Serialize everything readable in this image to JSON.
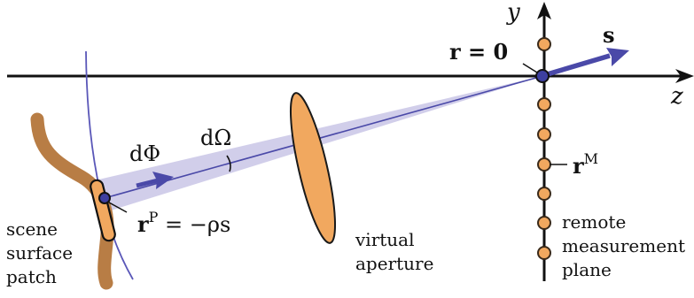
{
  "axes": {
    "y_label": "y",
    "z_label": "z"
  },
  "labels": {
    "r0": "r = 0",
    "s": "s",
    "dOmega": "dΩ",
    "dPhi": "dΦ",
    "rM_base": "r",
    "rM_sup": "M",
    "rP_base": "r",
    "rP_sup": "P",
    "rP_rhs": " = −ρs",
    "scene_surface_patch": [
      "scene",
      "surface",
      "patch"
    ],
    "virtual_aperture": [
      "virtual",
      "aperture"
    ],
    "remote_measurement_plane": [
      "remote",
      "measurement",
      "plane"
    ]
  },
  "colors": {
    "axis": "#111111",
    "beam_fill": "#c9c6e6",
    "ray": "#4a49a8",
    "arrow": "#4a49a8",
    "surface_curve": "#5a57b8",
    "scene_surface": "#b87d45",
    "aperture_fill": "#f1a85f",
    "aperture_stroke": "#1a1a1a",
    "sensor_fill": "#f1a85f",
    "sensor_stroke": "#3a2a1a",
    "origin_point": "#3d3fa0"
  }
}
